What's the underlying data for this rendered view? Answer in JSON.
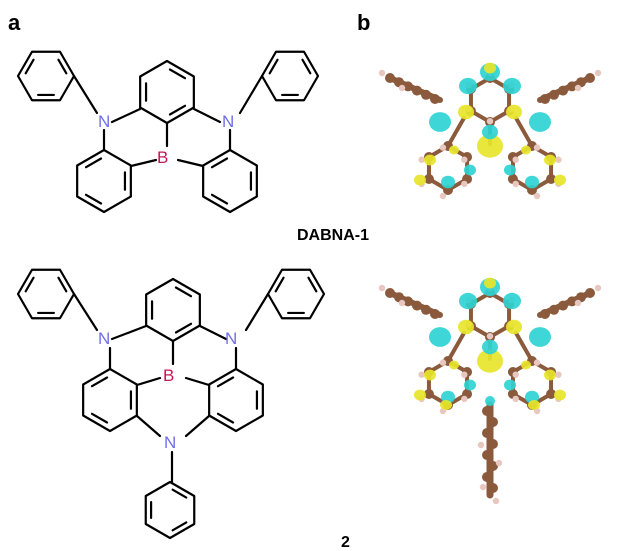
{
  "panels": {
    "a": "a",
    "b": "b"
  },
  "compounds": [
    {
      "label": "DABNA-1",
      "atoms": {
        "n1": "N",
        "n2": "N",
        "b": "B"
      }
    },
    {
      "label": "2",
      "atoms": {
        "n1": "N",
        "n2": "N",
        "n3": "N",
        "b": "B"
      }
    }
  ],
  "colors": {
    "nitrogen": "#6f6fe8",
    "boron": "#c21a55",
    "bond": "#000000",
    "carbon_model": "#8b5a3c",
    "hydrogen_model": "#e8c7c0",
    "orbital_cyan": "#2ed3d3",
    "orbital_yellow": "#e7e52a"
  }
}
